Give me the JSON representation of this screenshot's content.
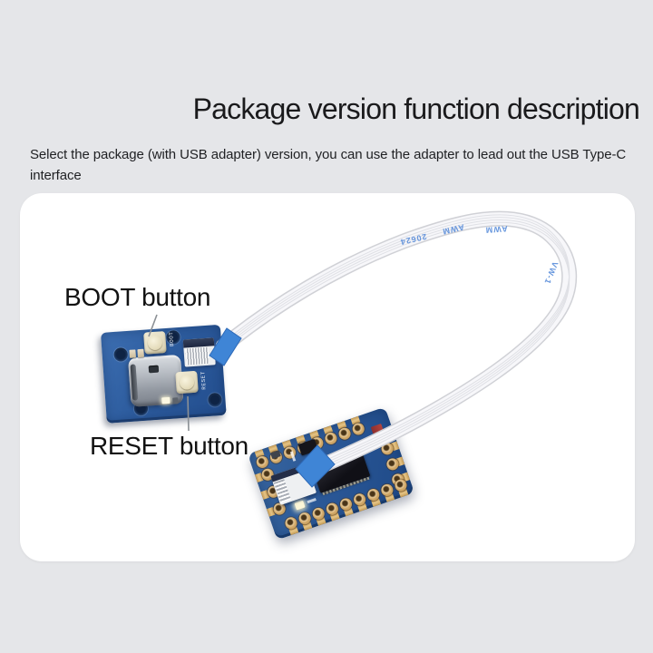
{
  "header": {
    "title": "Package version function description",
    "subtitle_line1": "Select the package (with USB adapter) version, you can use the adapter to lead out the USB Type-C",
    "subtitle_line2": "interface"
  },
  "annotations": {
    "boot_label": "BOOT button",
    "reset_label": "RESET button"
  },
  "adapter_board": {
    "silkscreen_boot": "BOOT",
    "silkscreen_reset": "RESET"
  },
  "cable": {
    "markings": [
      "20624",
      "AWM",
      "AWM",
      "VW-1"
    ]
  },
  "colors": {
    "page_background": "#e5e6e9",
    "card_background": "#ffffff",
    "pcb_blue": "#2d5c9e",
    "pad_gold": "#d3ab6c",
    "stiffener_blue": "#3f85d6",
    "cable_marking_blue": "#4e86d8",
    "title_text": "#1a1a1c"
  }
}
